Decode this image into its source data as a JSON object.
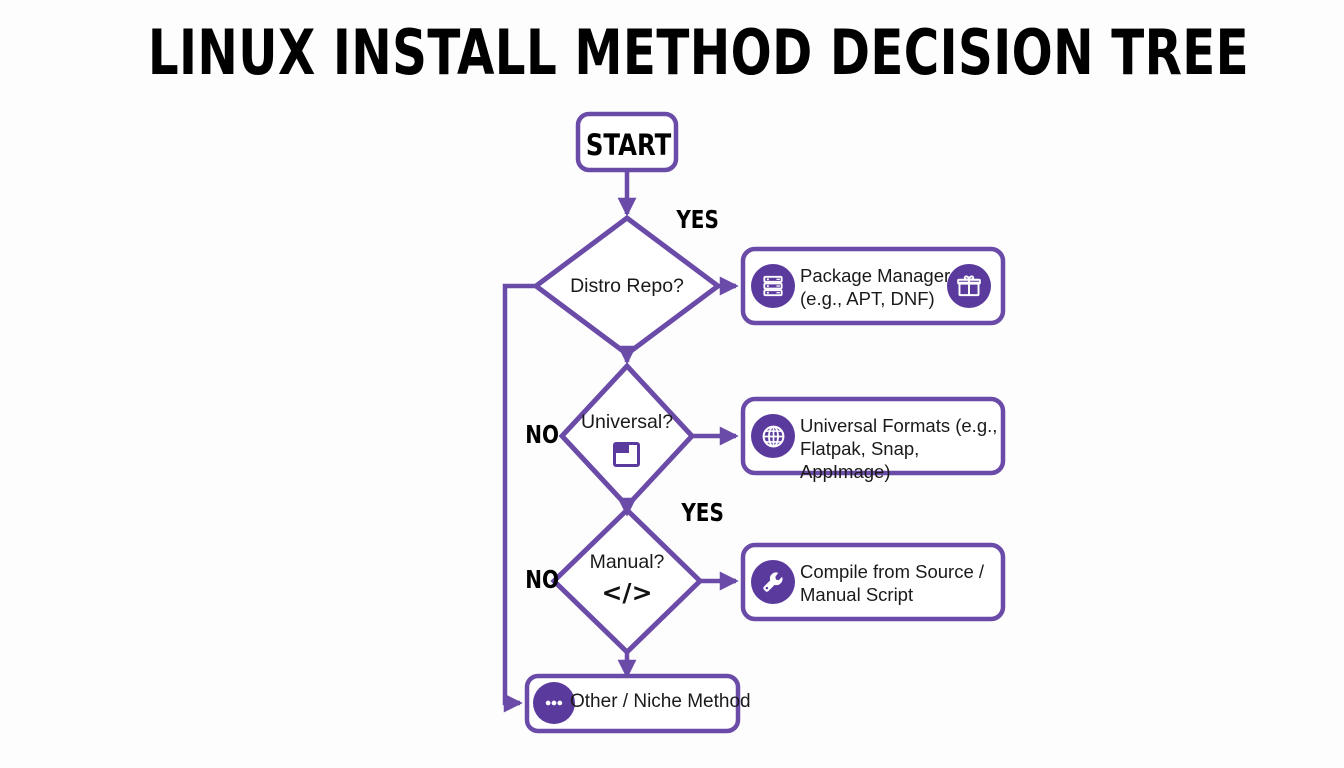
{
  "title": "LINUX INSTALL METHOD DECISION TREE",
  "theme": {
    "background": "#fdfdfe",
    "node_border": "#6b4ba8",
    "connector": "#6b4ba8",
    "icon_fill": "#5b3a9e",
    "text": "#1a1a1a"
  },
  "nodes": {
    "start": {
      "label": "START",
      "shape": "rounded-rect"
    },
    "decisions": [
      {
        "id": "distro-repo",
        "label": "Distro Repo?",
        "glyph": "",
        "shape": "diamond"
      },
      {
        "id": "universal",
        "label": "Universal?",
        "glyph": "window-icon",
        "shape": "diamond"
      },
      {
        "id": "manual",
        "label": "Manual?",
        "glyph": "</>",
        "shape": "diamond"
      }
    ],
    "results": [
      {
        "id": "package-manager",
        "line1": "Package Manager",
        "line2": "(e.g., APT, DNF)",
        "icon_left": "server-stack-icon",
        "icon_right": "gift-box-icon"
      },
      {
        "id": "universal-formats",
        "line1": "Universal Formats (e.g.,",
        "line2": "Flatpak, Snap, AppImage)",
        "icon_left": "globe-icon",
        "icon_right": ""
      },
      {
        "id": "compile-source",
        "line1": "Compile from Source /",
        "line2": "Manual Script",
        "icon_left": "wrench-icon",
        "icon_right": ""
      }
    ],
    "terminal": {
      "id": "other-niche",
      "label": "Other / Niche Method",
      "icon_left": "ellipsis-icon"
    }
  },
  "edge_labels": {
    "yes_distro": "YES",
    "no_distro": "NO",
    "yes_manual": "YES",
    "no_universal": "NO"
  }
}
